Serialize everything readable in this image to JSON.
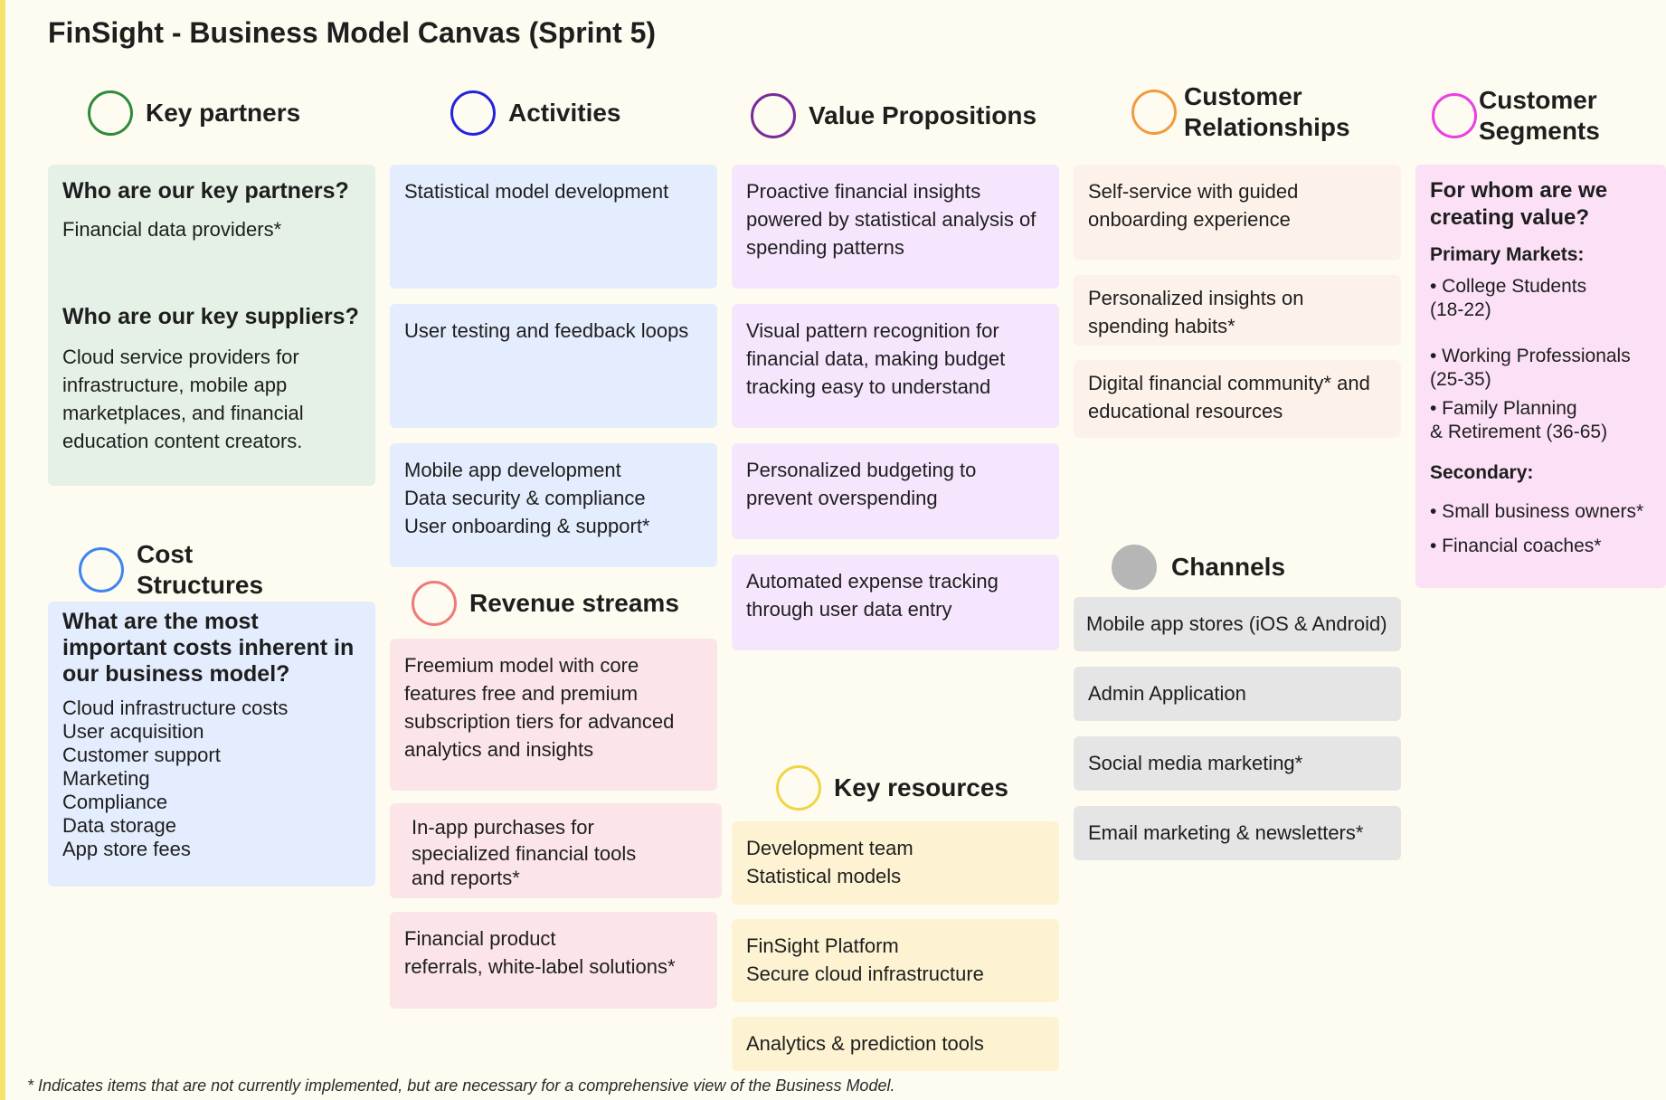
{
  "title": "FinSight - Business Model Canvas (Sprint 5)",
  "footnote": "* Indicates items that are not currently implemented, but are necessary for a comprehensive view of the Business Model.",
  "colors": {
    "key_partners": "#2e8b3a",
    "activities": "#2323e0",
    "value_propositions": "#7b2a9a",
    "customer_relationships": "#f39a3c",
    "customer_segments": "#ea3fe3",
    "cost_structures": "#3d86f0",
    "revenue_streams": "#f07a7a",
    "key_resources": "#f1d548",
    "channels": "#b6b6b6"
  },
  "key_partners": {
    "header": "Key partners",
    "icon": "circle-icon",
    "q1": "Who are our key partners?",
    "a1": "Financial data providers*",
    "q2": "Who are our key suppliers?",
    "a2": "Cloud service providers for infrastructure, mobile app marketplaces, and financial education content creators."
  },
  "activities": {
    "header": "Activities",
    "icon": "circle-icon",
    "cards": [
      "Statistical model development",
      "User testing and feedback loops",
      [
        "Mobile app development",
        "Data security & compliance",
        "User onboarding & support*"
      ]
    ]
  },
  "value_propositions": {
    "header": "Value Propositions",
    "icon": "circle-icon",
    "cards": [
      "Proactive financial insights powered by statistical analysis of spending patterns",
      "Visual pattern recognition for financial data, making budget tracking easy to understand",
      "Personalized budgeting to prevent overspending",
      "Automated expense tracking through user data entry"
    ]
  },
  "customer_relationships": {
    "header_line1": "Customer",
    "header_line2": "Relationships",
    "icon": "circle-icon",
    "cards": [
      "Self-service with guided onboarding experience",
      "Personalized insights on spending habits*",
      "Digital financial community* and educational resources"
    ]
  },
  "customer_segments": {
    "header_line1": "Customer",
    "header_line2": "Segments",
    "icon": "circle-icon",
    "question": "For whom are we creating value?",
    "primary_label": "Primary Markets:",
    "primary": [
      [
        "• College Students",
        "(18-22)"
      ],
      [
        "• Working Professionals",
        "(25-35)"
      ],
      [
        "• Family Planning",
        "& Retirement (36-65)"
      ]
    ],
    "secondary_label": "Secondary:",
    "secondary": [
      "• Small business owners*",
      "• Financial coaches*"
    ]
  },
  "cost_structures": {
    "header_line1": "Cost",
    "header_line2": "Structures",
    "icon": "circle-icon",
    "question": "What are the most important costs inherent in our business model?",
    "items": [
      "Cloud infrastructure costs",
      "User acquisition",
      "Customer support",
      "Marketing",
      "Compliance",
      "Data storage",
      "App store fees"
    ]
  },
  "revenue_streams": {
    "header": "Revenue streams",
    "icon": "circle-icon",
    "cards": [
      "Freemium model with core features free and premium subscription tiers for advanced analytics and insights",
      [
        "In-app purchases for",
        "specialized financial tools",
        "and reports*"
      ],
      [
        "Financial product",
        "referrals, white-label solutions*"
      ]
    ]
  },
  "key_resources": {
    "header": "Key resources",
    "icon": "circle-icon",
    "cards": [
      [
        "Development team",
        "Statistical models"
      ],
      [
        "FinSight Platform",
        "Secure cloud infrastructure"
      ],
      "Analytics & prediction tools"
    ]
  },
  "channels": {
    "header": "Channels",
    "icon": "circle-icon",
    "cards": [
      "Mobile app stores (iOS & Android)",
      "Admin Application",
      "Social media marketing*",
      "Email marketing & newsletters*"
    ]
  }
}
